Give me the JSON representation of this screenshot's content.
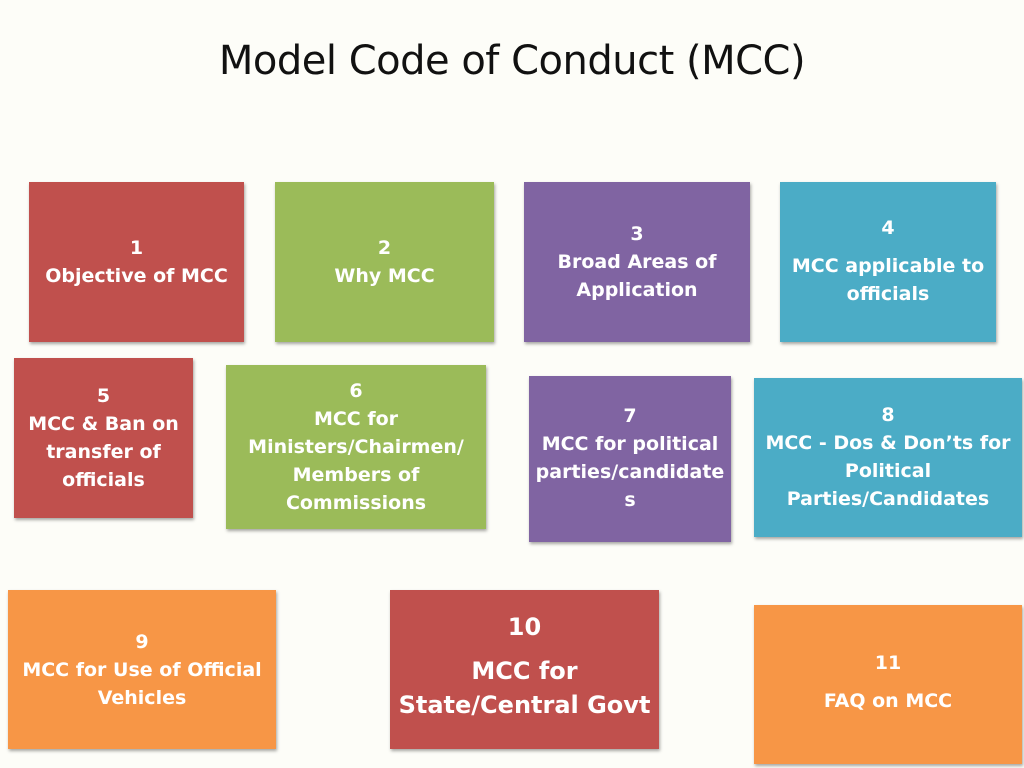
{
  "title": "Model Code of Conduct (MCC)",
  "tiles": [
    {
      "number": "1",
      "label": "Objective of MCC",
      "color": "#c0504d"
    },
    {
      "number": "2",
      "label": "Why MCC",
      "color": "#9bbb59"
    },
    {
      "number": "3",
      "label_lines": [
        "Broad Areas of",
        "Application"
      ],
      "color": "#8064a2"
    },
    {
      "number": "4",
      "label_lines": [
        "MCC applicable to",
        "officials"
      ],
      "color": "#4bacc6"
    },
    {
      "number": "5",
      "label_lines": [
        "MCC & Ban on",
        "transfer of",
        "officials"
      ],
      "color": "#c0504d"
    },
    {
      "number": "6",
      "label_lines": [
        "MCC for",
        "Ministers/Chairmen/",
        "Members of",
        "Commissions"
      ],
      "color": "#9bbb59"
    },
    {
      "number": "7",
      "label_lines": [
        "MCC for political",
        "parties/candidate",
        "s"
      ],
      "color": "#8064a2"
    },
    {
      "number": "8",
      "label_lines": [
        "MCC - Dos & Don’ts for",
        "Political",
        "Parties/Candidates"
      ],
      "color": "#4bacc6"
    },
    {
      "number": "9",
      "label_lines": [
        "MCC for Use of Official",
        "Vehicles"
      ],
      "color": "#f79646"
    },
    {
      "number": "10",
      "label_lines": [
        "MCC for",
        "State/Central Govt"
      ],
      "color": "#c0504d"
    },
    {
      "number": "11",
      "label": "FAQ on MCC",
      "color": "#f79646"
    }
  ]
}
